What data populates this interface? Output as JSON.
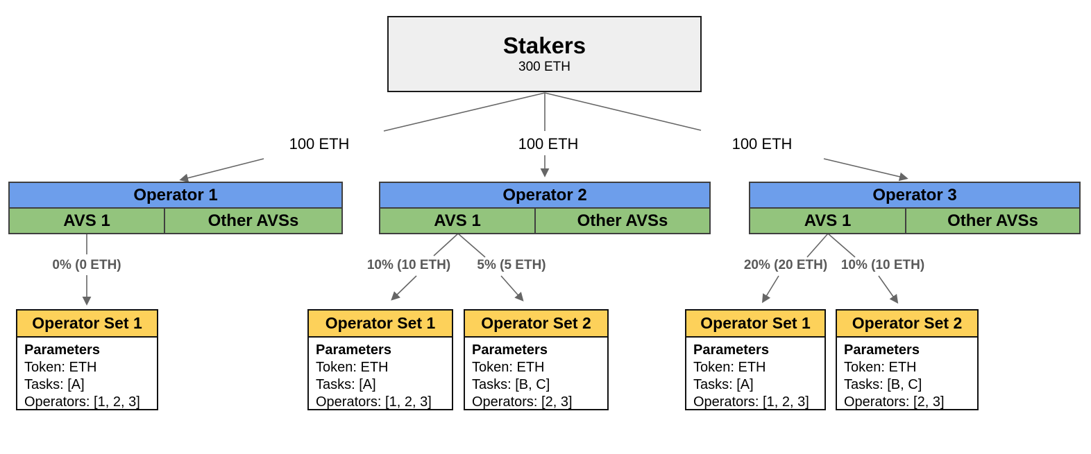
{
  "colors": {
    "stakers_fill": "#efefef",
    "stakers_border": "#1a1a1a",
    "operator_header": "#6d9eeb",
    "avs_cell": "#93c47d",
    "table_border": "#3f3f3f",
    "operator_set_header": "#fdd15a",
    "set_border": "#111111",
    "connector": "#666666",
    "percent_label_color": "#595959"
  },
  "stakers": {
    "title": "Stakers",
    "amount": "300 ETH"
  },
  "operators": [
    {
      "name": "Operator 1",
      "stake_label": "100 ETH",
      "avs_primary": "AVS 1",
      "avs_other": "Other AVSs",
      "allocations": [
        {
          "percent_label": "0% (0 ETH)",
          "operator_set": {
            "title": "Operator Set 1",
            "params_heading": "Parameters",
            "token": "Token: ETH",
            "tasks": "Tasks: [A]",
            "operators": "Operators: [1, 2, 3]"
          }
        }
      ]
    },
    {
      "name": "Operator 2",
      "stake_label": "100 ETH",
      "avs_primary": "AVS 1",
      "avs_other": "Other AVSs",
      "allocations": [
        {
          "percent_label": "10% (10 ETH)",
          "operator_set": {
            "title": "Operator Set 1",
            "params_heading": "Parameters",
            "token": "Token: ETH",
            "tasks": "Tasks: [A]",
            "operators": "Operators: [1, 2, 3]"
          }
        },
        {
          "percent_label": "5% (5 ETH)",
          "operator_set": {
            "title": "Operator Set 2",
            "params_heading": "Parameters",
            "token": "Token: ETH",
            "tasks": "Tasks: [B, C]",
            "operators": "Operators: [2, 3]"
          }
        }
      ]
    },
    {
      "name": "Operator 3",
      "stake_label": "100 ETH",
      "avs_primary": "AVS 1",
      "avs_other": "Other AVSs",
      "allocations": [
        {
          "percent_label": "20% (20 ETH)",
          "operator_set": {
            "title": "Operator Set 1",
            "params_heading": "Parameters",
            "token": "Token: ETH",
            "tasks": "Tasks: [A]",
            "operators": "Operators: [1, 2, 3]"
          }
        },
        {
          "percent_label": "10% (10 ETH)",
          "operator_set": {
            "title": "Operator Set 2",
            "params_heading": "Parameters",
            "token": "Token: ETH",
            "tasks": "Tasks: [B, C]",
            "operators": "Operators: [2, 3]"
          }
        }
      ]
    }
  ]
}
